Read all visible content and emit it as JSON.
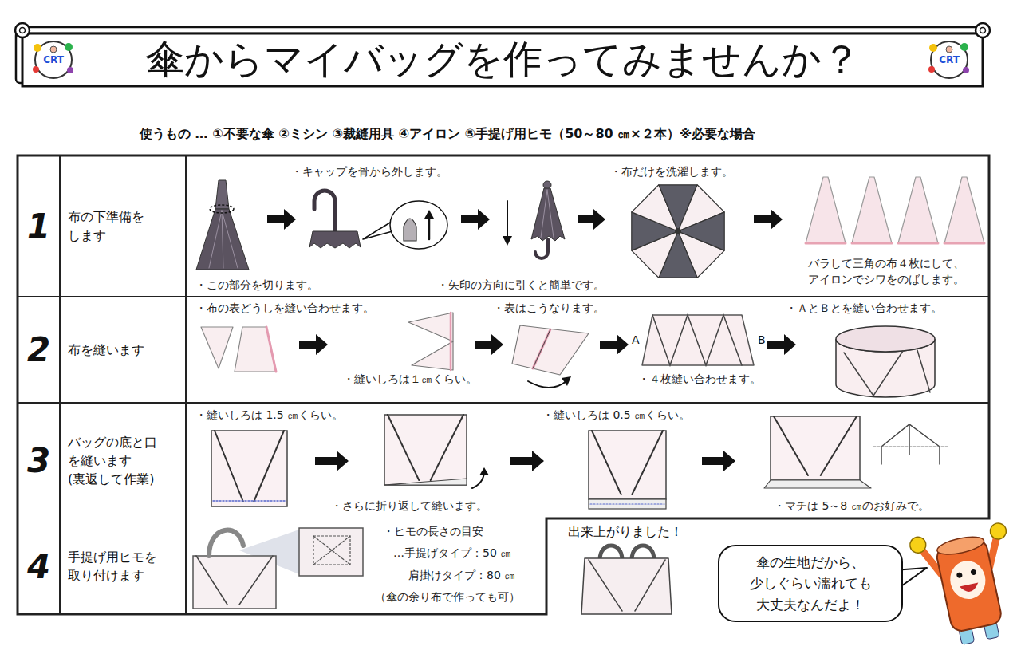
{
  "diagram": {
    "title": "傘からマイバッグを作ってみませんか？",
    "nodes": [
      {
        "text": [
          "1"
        ]
      },
      {
        "text": [
          "布の下準備を します"
        ]
      },
      {
        "text": [
          "・キャップを骨から外します。",
          "・布だけを洗濯します。",
          "・この部分を切ります。",
          "・矢印の方向に引くと簡単です。",
          "バラして三角の布４枚にして、 アイロンでシワをのばします。"
        ]
      },
      {
        "text": [
          "2"
        ]
      },
      {
        "text": [
          "布を縫います"
        ]
      },
      {
        "text": [
          "・布の表どうしを縫い合わせます。",
          "・表はこうなります。",
          "・ＡとＢとを縫い合わせます。",
          "・縫いしろは１㎝くらい。",
          "・４枚縫い合わせます。"
        ]
      },
      {
        "text": [
          "3"
        ]
      },
      {
        "text": [
          "バッグの底と口 を縫います",
          "(裏返して作業)"
        ]
      },
      {
        "text": [
          "・縫いしろは 1.5 ㎝くらい。",
          "・さらに折り返して縫います。",
          "・縫いしろは 0.5 ㎝くらい。",
          "・マチは 5～8 ㎝のお好みで。"
        ]
      },
      {
        "text": [
          "4"
        ]
      },
      {
        "text": [
          "手提げ用ヒモを 取り付けます"
        ]
      },
      {
        "text": [
          "・ヒモの長さの目安",
          "…手提げタイプ：50 ㎝",
          "肩掛けタイプ：80 ㎝",
          "（傘の余り布で作っても可）"
        ]
      },
      {
        "text": [
          "傘の生地だから、 少しぐらい濡れても 大丈夫なんだよ！"
        ]
      }
    ],
    "labels": [
      "CRT",
      "CRT",
      "使うもの … ①不要な傘 ②ミシン ③裁縫用具 ④アイロン ⑤手提げ用ヒモ（50～80 ㎝×２本）※必要な場合",
      "A",
      "B",
      "出来上がりました！"
    ]
  }
}
